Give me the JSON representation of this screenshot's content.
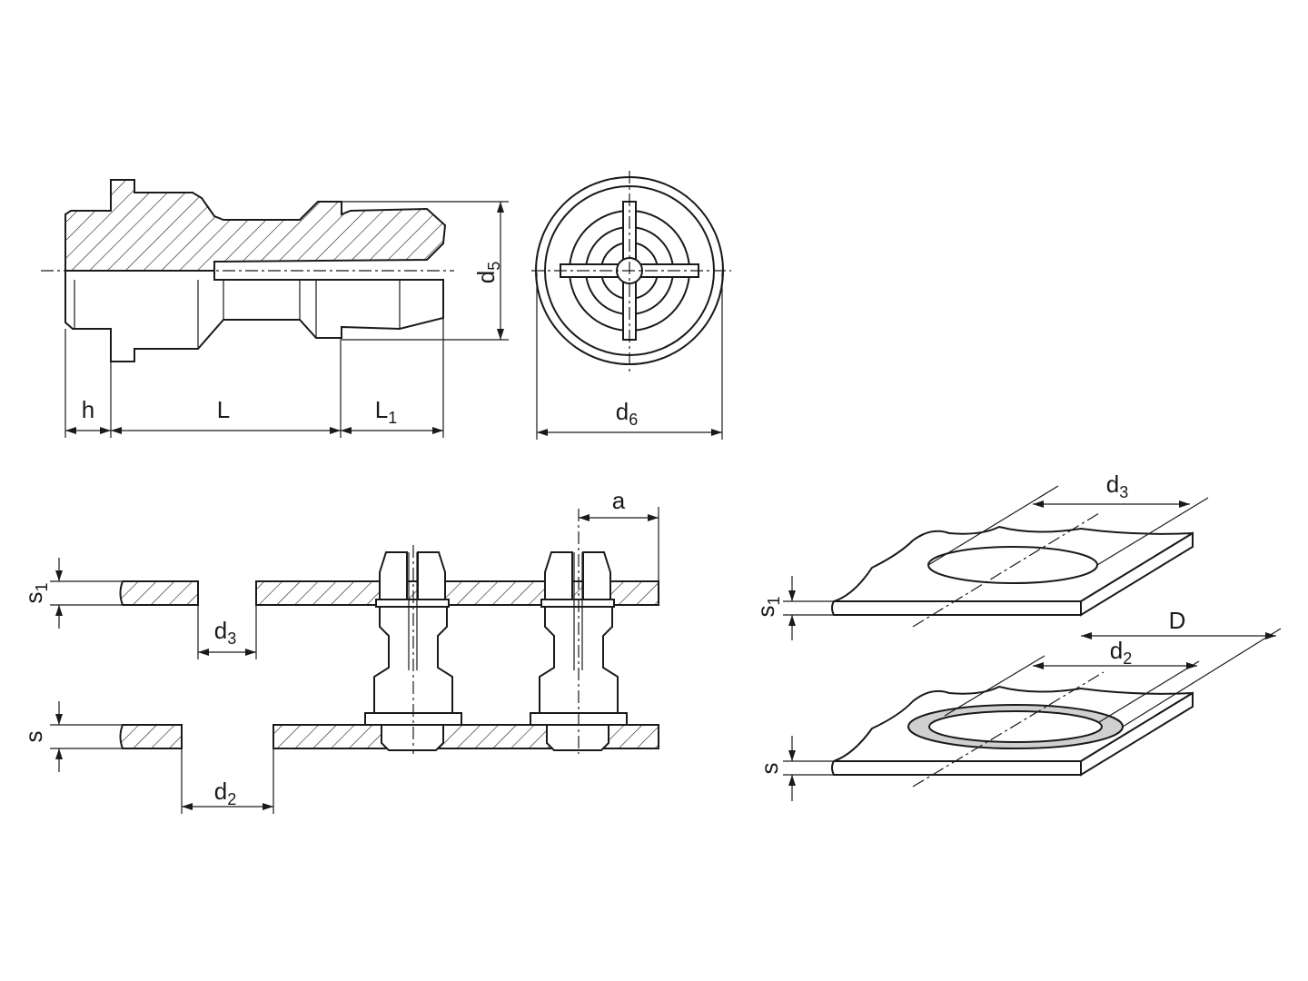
{
  "labels": {
    "h": "h",
    "L": "L",
    "L1": {
      "base": "L",
      "sub": "1"
    },
    "d5": {
      "base": "d",
      "sub": "5"
    },
    "d6": {
      "base": "d",
      "sub": "6"
    },
    "a": "a",
    "s1_left": {
      "base": "s",
      "sub": "1"
    },
    "d3_left": {
      "base": "d",
      "sub": "3"
    },
    "s_left": "s",
    "d2_left": {
      "base": "d",
      "sub": "2"
    },
    "d3_right": {
      "base": "d",
      "sub": "3"
    },
    "s1_right": {
      "base": "s",
      "sub": "1"
    },
    "D": "D",
    "d2_right": {
      "base": "d",
      "sub": "2"
    },
    "s_right": "s"
  },
  "colors": {
    "line": "#1a1a1a",
    "ring": "#d0d0d0"
  }
}
